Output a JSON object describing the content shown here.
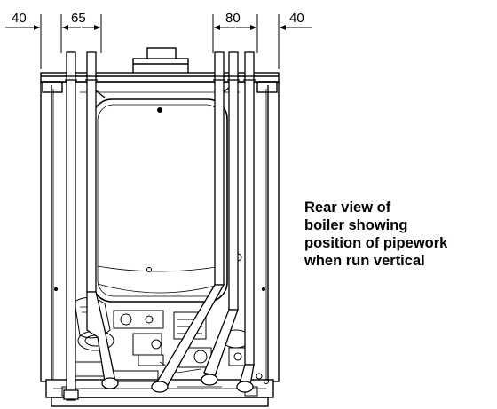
{
  "dimensions": {
    "left_margin": "40",
    "left_pipe_spacing": "65",
    "right_pipe_spacing": "80",
    "right_margin": "40"
  },
  "caption": {
    "lines": [
      "Rear view of",
      "boiler showing",
      "position of pipework",
      "when run vertical"
    ]
  }
}
